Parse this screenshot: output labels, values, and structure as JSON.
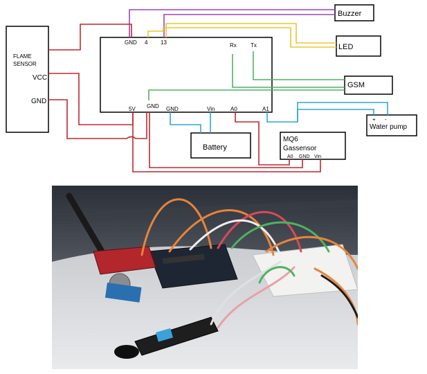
{
  "diagram": {
    "flame_sensor": {
      "title_line1": "FLAME",
      "title_line2": "SENSOR",
      "vcc": "VCC",
      "gnd": "GND"
    },
    "board_pins": {
      "gnd_top": "GND",
      "pin4": "4",
      "pin13": "13",
      "rx": "Rx",
      "tx": "Tx",
      "v5": "5V",
      "gnd_left": "GND",
      "gnd_bottom": "GND",
      "vin": "Vin",
      "a0": "A0",
      "a1": "A1"
    },
    "buzzer": "Buzzer",
    "led": "LED",
    "gsm": "GSM",
    "water_pump": {
      "label": "Water pump",
      "plus": "+",
      "minus": "-"
    },
    "battery": "Battery",
    "mq6": {
      "line1": "MQ6",
      "line2": "Gassensor",
      "a0": "A0",
      "gnd": "GND",
      "vin": "Vin"
    },
    "wire_colors": {
      "power": "#c0272d",
      "signal_4": "#9b45b5",
      "signal_13": "#e8c531",
      "gsm": "#4fb263",
      "ground": "#2aa7d6"
    }
  },
  "photo": {
    "description_icon": "hardware-prototype-photo"
  }
}
